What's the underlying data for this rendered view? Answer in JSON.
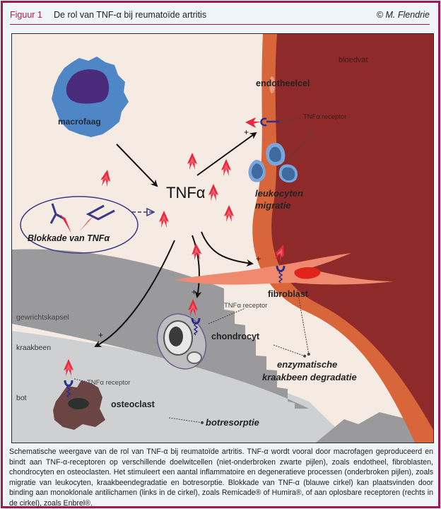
{
  "header": {
    "figure_number": "Figuur 1",
    "title": "De rol van TNF-α bij reumatoïde artritis",
    "credit": "© M. Flendrie"
  },
  "diagram": {
    "center_label": "TNFα",
    "labels": {
      "macrophage": "macrofaag",
      "blood_vessel": "bloedvat",
      "endothelial_cell": "endotheelcel",
      "receptor_endothelial": "TNFα receptor",
      "leukocyte_migration_line1": "leukocyten",
      "leukocyte_migration_line2": "migratie",
      "blockade": "Blokkade van TNFα",
      "joint_capsule": "gewrichtskapsel",
      "cartilage": "kraakbeen",
      "bone": "bot",
      "fibroblast": "fibroblast",
      "receptor_chondrocyte": "TNFα receptor",
      "chondrocyte": "chondrocyt",
      "receptor_osteoclast": "TNFα receptor",
      "osteoclast": "osteoclast",
      "enzymatic_line1": "enzymatische",
      "enzymatic_line2": "kraakbeen degradatie",
      "bone_resorption": "botresorptie",
      "plus": "+"
    },
    "colors": {
      "background": "#f5ebe2",
      "macrophage": "#4f86c6",
      "nucleus": "#4a2a7a",
      "blood_vessel": "#8e2a2a",
      "vessel_wall": "#d9663a",
      "tnf_arrow": "#e8283c",
      "receptor": "#2b2f8a",
      "cartilage": "#9a9a9c",
      "bone": "#cfd0d2",
      "fibroblast": "#f08a6e",
      "osteoclast": "#6b4444",
      "leukocyte": "#3e6aa0",
      "blockade_circle": "#3b3a8a"
    }
  },
  "caption": "Schematische weergave van de rol van TNF-α bij reumatoïde artritis. TNF-α wordt vooral door macrofagen geproduceerd en bindt aan TNF-α-receptoren op verschillende doelwitcellen (niet-onderbroken zwarte pijlen), zoals endotheel, fibroblasten, chondrocyten en osteoclasten. Het stimuleert een aantal inflammatoire en degeneratieve processen (onderbroken pijlen), zoals migratie van leukocyten, kraakbeendegradatie en botresorptie. Blokkade van TNF-α (blauwe cirkel) kan plaatsvinden door binding aan monoklonale antilichamen (links in de cirkel), zoals Remicade® of Humira®, of aan oplosbare receptoren (rechts in de cirkel), zoals Enbrel®."
}
